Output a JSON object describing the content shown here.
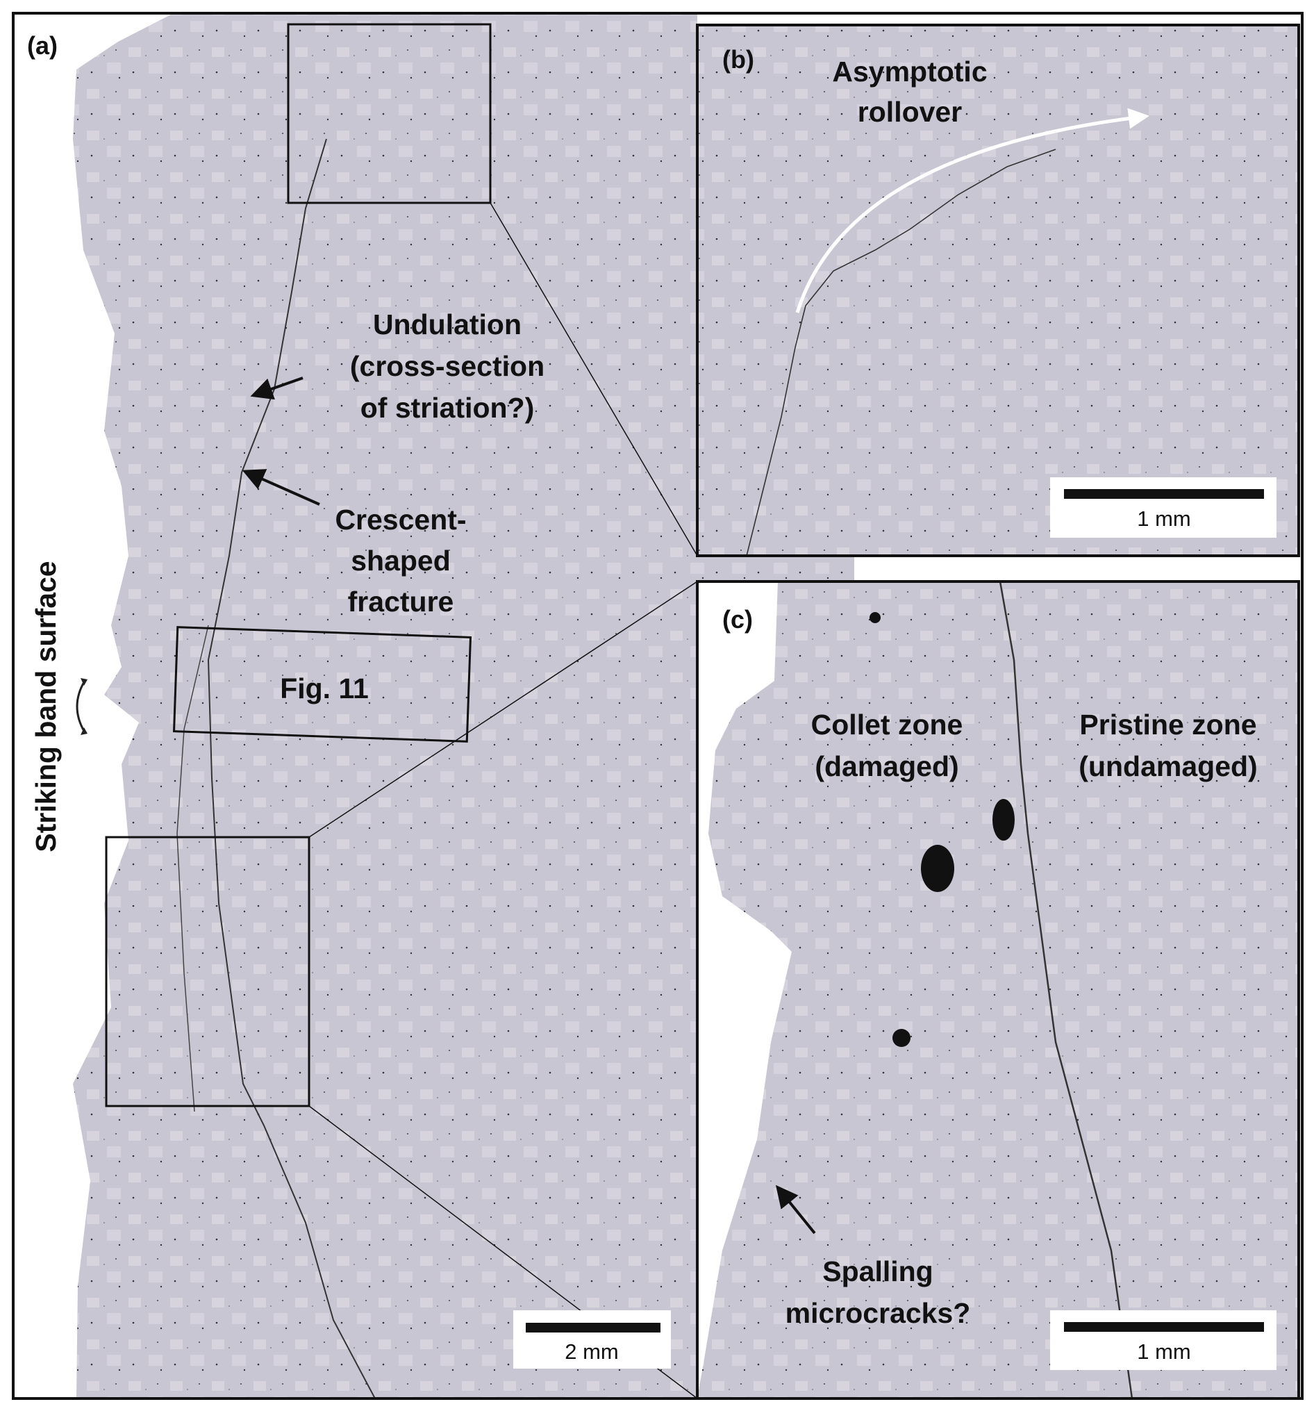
{
  "panel_a": {
    "label": "(a)",
    "side_label": "Striking band surface",
    "undulation": [
      "Undulation",
      "(cross-section",
      "of striation?)"
    ],
    "crescent": [
      "Crescent-",
      "shaped",
      "fracture"
    ],
    "fig_box_label": "Fig. 11",
    "scale_bar": "2 mm"
  },
  "panel_b": {
    "label": "(b)",
    "rollover": [
      "Asymptotic",
      "rollover"
    ],
    "scale_bar": "1 mm"
  },
  "panel_c": {
    "label": "(c)",
    "collet": [
      "Collet zone",
      "(damaged)"
    ],
    "pristine": [
      "Pristine zone",
      "(undamaged)"
    ],
    "spalling": [
      "Spalling",
      "microcracks?"
    ],
    "scale_bar": "1 mm"
  },
  "colors": {
    "rock": "#c9c6d3",
    "rock_light": "#dcd8e2",
    "ink": "#111111"
  }
}
